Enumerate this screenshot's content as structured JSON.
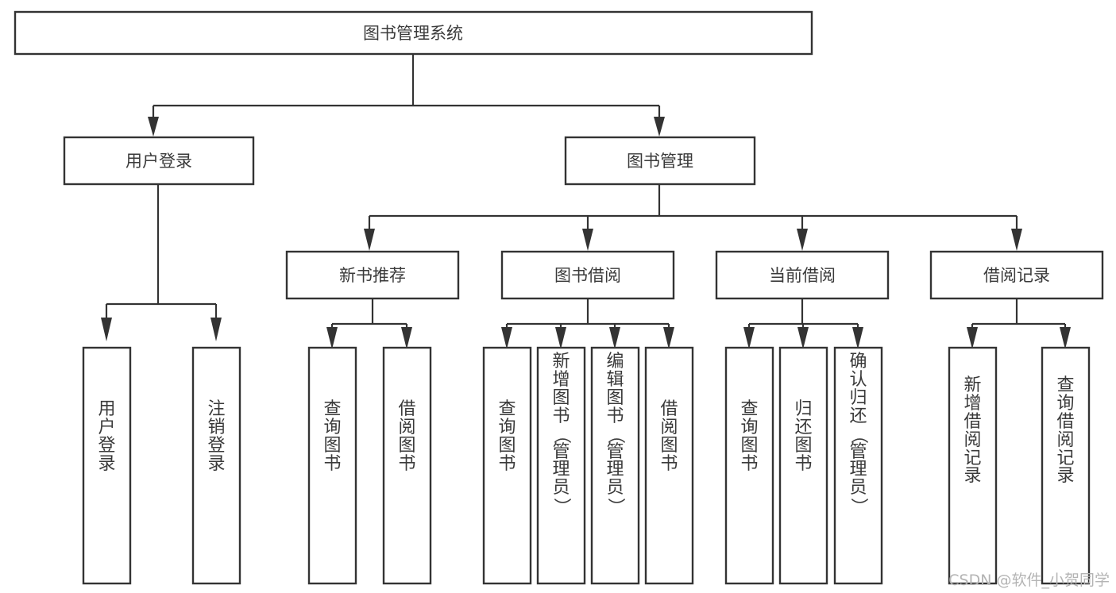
{
  "diagram": {
    "title": "图书管理系统",
    "type": "tree",
    "orientation": "top-down",
    "colors": {
      "background": "#ffffff",
      "box_fill": "#ffffff",
      "box_stroke": "#333333",
      "text": "#3a3a3a",
      "watermark": "#b4b4b4"
    },
    "root": {
      "id": "root",
      "label": "图书管理系统",
      "orientation": "horizontal"
    },
    "level2": [
      {
        "id": "user-login",
        "label": "用户登录",
        "orientation": "horizontal"
      },
      {
        "id": "book-management",
        "label": "图书管理",
        "orientation": "horizontal"
      }
    ],
    "level3": [
      {
        "id": "new-book-recommend",
        "label": "新书推荐",
        "parent": "book-management",
        "orientation": "horizontal"
      },
      {
        "id": "book-borrow",
        "label": "图书借阅",
        "parent": "book-management",
        "orientation": "horizontal"
      },
      {
        "id": "current-borrow",
        "label": "当前借阅",
        "parent": "book-management",
        "orientation": "horizontal"
      },
      {
        "id": "borrow-record",
        "label": "借阅记录",
        "parent": "book-management",
        "orientation": "horizontal"
      }
    ],
    "leaves": [
      {
        "id": "leaf-user-login",
        "parent": "user-login",
        "orientation": "vertical",
        "chars": [
          "用",
          "户",
          "登",
          "录"
        ]
      },
      {
        "id": "leaf-user-logout",
        "parent": "user-login",
        "orientation": "vertical",
        "chars": [
          "注",
          "销",
          "登",
          "录"
        ]
      },
      {
        "id": "leaf-query-book-1",
        "parent": "new-book-recommend",
        "orientation": "vertical",
        "chars": [
          "查",
          "询",
          "图",
          "书"
        ]
      },
      {
        "id": "leaf-borrow-book-1",
        "parent": "new-book-recommend",
        "orientation": "vertical",
        "chars": [
          "借",
          "阅",
          "图",
          "书"
        ]
      },
      {
        "id": "leaf-query-book-2",
        "parent": "book-borrow",
        "orientation": "vertical",
        "chars": [
          "查",
          "询",
          "图",
          "书"
        ]
      },
      {
        "id": "leaf-add-book-admin",
        "parent": "book-borrow",
        "orientation": "vertical",
        "chars": [
          "新",
          "增",
          "图",
          "书",
          "（",
          "管",
          "理",
          "员",
          "）"
        ]
      },
      {
        "id": "leaf-edit-book-admin",
        "parent": "book-borrow",
        "orientation": "vertical",
        "chars": [
          "编",
          "辑",
          "图",
          "书",
          "（",
          "管",
          "理",
          "员",
          "）"
        ]
      },
      {
        "id": "leaf-borrow-book-2",
        "parent": "book-borrow",
        "orientation": "vertical",
        "chars": [
          "借",
          "阅",
          "图",
          "书"
        ]
      },
      {
        "id": "leaf-query-book-3",
        "parent": "current-borrow",
        "orientation": "vertical",
        "chars": [
          "查",
          "询",
          "图",
          "书"
        ]
      },
      {
        "id": "leaf-return-book",
        "parent": "current-borrow",
        "orientation": "vertical",
        "chars": [
          "归",
          "还",
          "图",
          "书"
        ]
      },
      {
        "id": "leaf-confirm-return-admin",
        "parent": "current-borrow",
        "orientation": "vertical",
        "chars": [
          "确",
          "认",
          "归",
          "还",
          "（",
          "管",
          "理",
          "员",
          "）"
        ]
      },
      {
        "id": "leaf-add-borrow-record",
        "parent": "borrow-record",
        "orientation": "vertical",
        "chars": [
          "新",
          "增",
          "借",
          "阅",
          "记",
          "录"
        ]
      },
      {
        "id": "leaf-query-borrow-record",
        "parent": "borrow-record",
        "orientation": "vertical",
        "chars": [
          "查",
          "询",
          "借",
          "阅",
          "记",
          "录"
        ]
      }
    ],
    "watermark": "CSDN @软件_小贺同学"
  }
}
